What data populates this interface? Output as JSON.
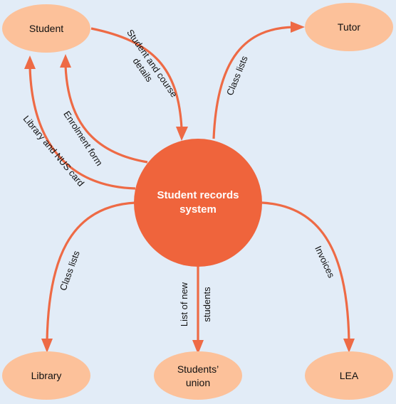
{
  "colors": {
    "background": "#e2ecf7",
    "node_fill": "#fcc19a",
    "center_fill": "#ef643c",
    "arrow": "#ee6a45"
  },
  "center": {
    "line1": "Student records",
    "line2": "system"
  },
  "nodes": {
    "student": "Student",
    "tutor": "Tutor",
    "library": "Library",
    "union_line1": "Students’",
    "union_line2": "union",
    "lea": "LEA"
  },
  "flows": {
    "student_details_line1": "Student and course",
    "student_details_line2": "details",
    "class_lists_tutor": "Class lists",
    "enrolment_form": "Enrolment form",
    "library_nus_card": "Library and NUS card",
    "class_lists_library": "Class lists",
    "new_students_line1": "List of new",
    "new_students_line2": "students",
    "invoices": "Invoices"
  }
}
